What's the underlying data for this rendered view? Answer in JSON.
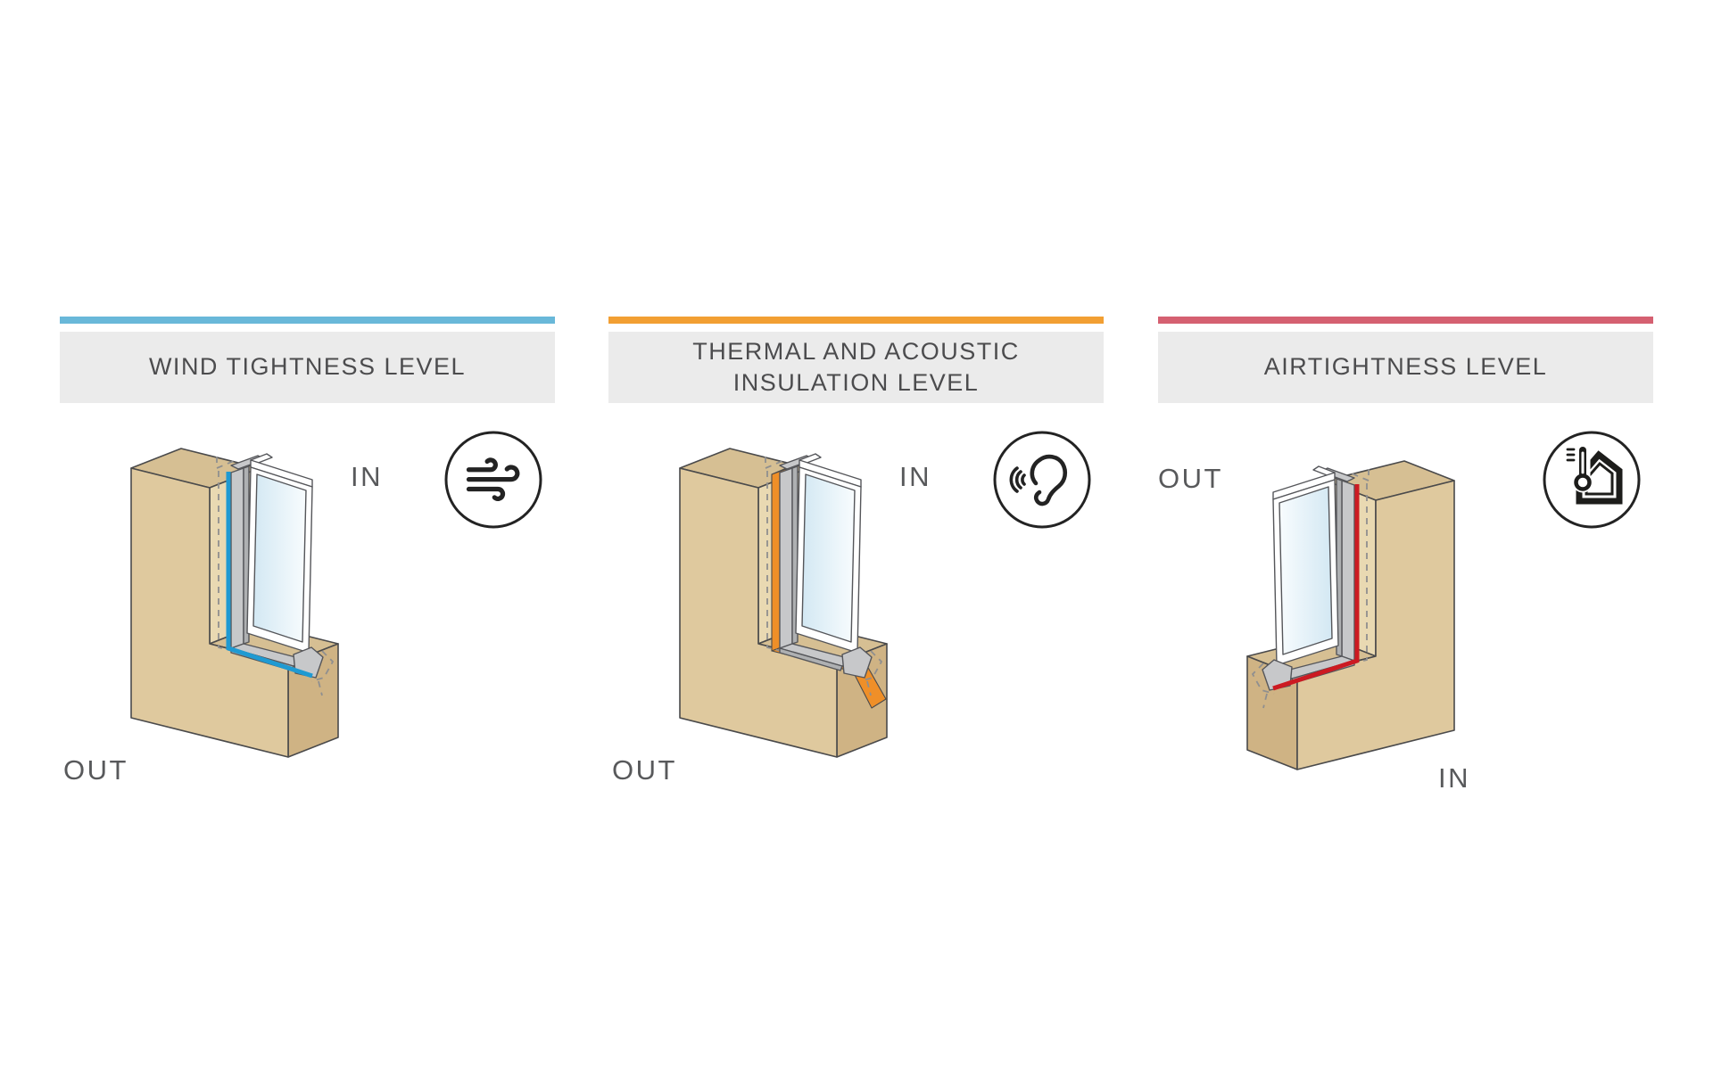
{
  "page": {
    "background": "#ffffff"
  },
  "palette": {
    "header_bg": "#ebebeb",
    "text": "#4c4c4e",
    "label": "#58595b",
    "outline": "#4a4a4b",
    "wall_front": "#dfc99e",
    "wall_top": "#d6bf93",
    "wall_side": "#cfb384",
    "wall_reveal": "#e9d9b2",
    "frame_gray": "#c7c8ca",
    "frame_dark": "#aeb0b2",
    "glass_dark": "#d3e8f3",
    "glass_light": "#f8fcfe",
    "icon_ink": "#232323"
  },
  "panels": [
    {
      "title": "WIND TIGHTNESS LEVEL",
      "accent_color": "#69b8d9",
      "seal_color": "#1f9ad2",
      "seal_style": "line",
      "label_top": "IN",
      "label_bottom": "OUT",
      "icon": "wind-icon",
      "mirrored": false
    },
    {
      "title": "THERMAL AND ACOUSTIC INSULATION LEVEL",
      "accent_color": "#f29f33",
      "seal_color": "#ef8f28",
      "seal_style": "band",
      "label_top": "IN",
      "label_bottom": "OUT",
      "icon": "ear-sound-icon",
      "mirrored": false
    },
    {
      "title": "AIRTIGHTNESS LEVEL",
      "accent_color": "#d56071",
      "seal_color": "#cc1a22",
      "seal_style": "line",
      "label_top": "OUT",
      "label_bottom": "IN",
      "icon": "thermal-house-icon",
      "mirrored": true
    }
  ]
}
